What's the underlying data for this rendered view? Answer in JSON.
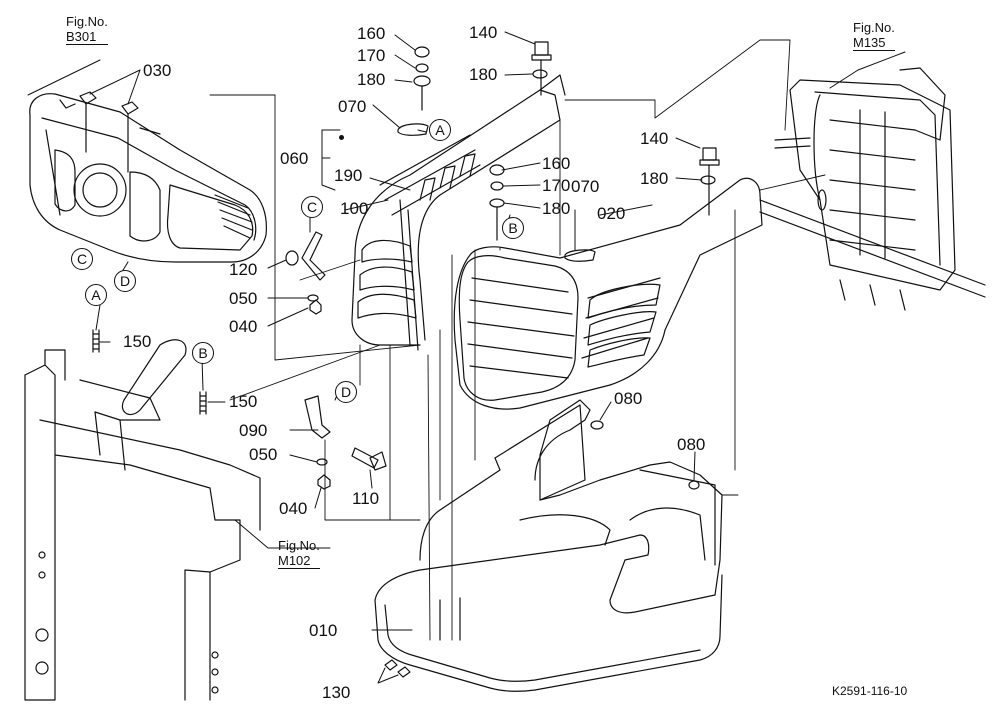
{
  "figure_refs": [
    {
      "id": "b301",
      "caption": "Fig.No.",
      "code": "B301"
    },
    {
      "id": "m135",
      "caption": "Fig.No.",
      "code": "M135"
    },
    {
      "id": "m102",
      "caption": "Fig.No.",
      "code": "M102"
    }
  ],
  "part_numbers": {
    "p010": "010",
    "p020": "020",
    "p030": "030",
    "p040a": "040",
    "p040b": "040",
    "p050a": "050",
    "p050b": "050",
    "p060": "060",
    "p070a": "070",
    "p070b": "070",
    "p080a": "080",
    "p080b": "080",
    "p090": "090",
    "p100": "100",
    "p110": "110",
    "p120": "120",
    "p130": "130",
    "p140a": "140",
    "p140b": "140",
    "p150a": "150",
    "p150b": "150",
    "p160a": "160",
    "p160b": "160",
    "p170a": "170",
    "p170b": "170",
    "p180a": "180",
    "p180b": "180",
    "p180c": "180",
    "p180d": "180",
    "p190": "190"
  },
  "ref_markers": {
    "a1": "A",
    "a2": "A",
    "b1": "B",
    "b2": "B",
    "c1": "C",
    "c2": "C",
    "d1": "D",
    "d2": "D"
  },
  "drawing_code": "K2591-116-10",
  "line_color": "#111111"
}
